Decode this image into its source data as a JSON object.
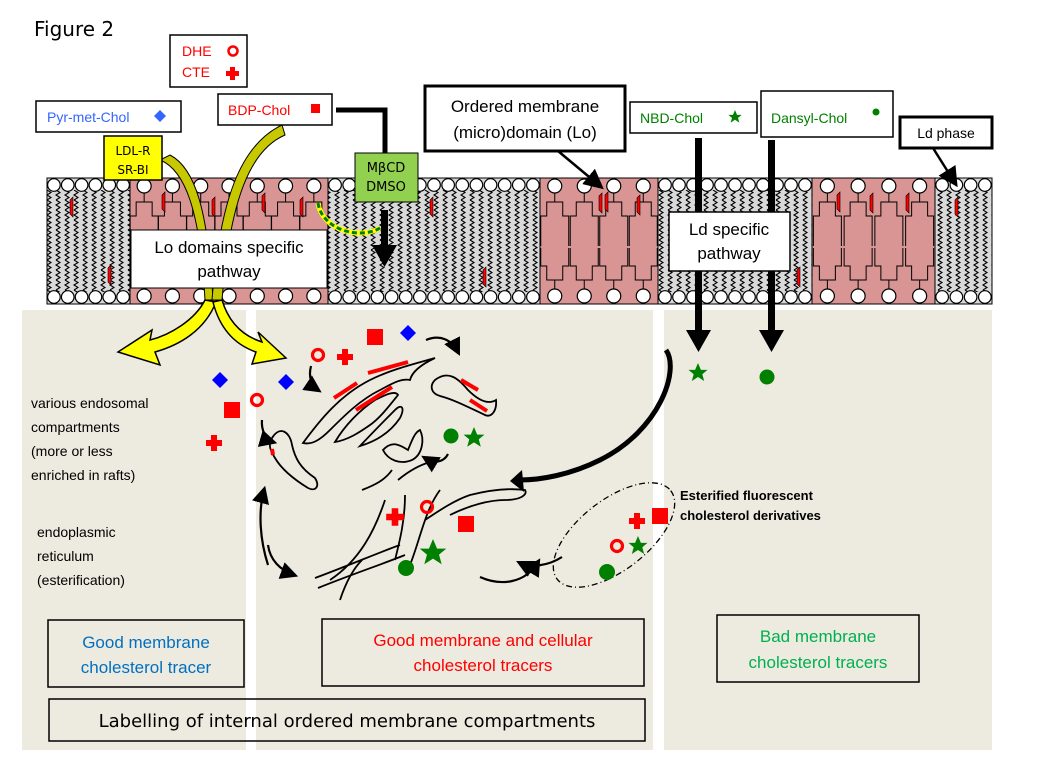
{
  "figure_title": "Figure 2",
  "probes": {
    "dhe": {
      "label": "DHE",
      "symbol": "open-circle",
      "color": "#ff0000"
    },
    "cte": {
      "label": "CTE",
      "symbol": "cross",
      "color": "#ff0000"
    },
    "bdp": {
      "label": "BDP-Chol",
      "symbol": "square",
      "color": "#ff0000"
    },
    "pyr": {
      "label": "Pyr-met-Chol",
      "symbol": "diamond",
      "color": "#0000ff"
    },
    "nbd": {
      "label": "NBD-Chol",
      "symbol": "star",
      "color": "#008000"
    },
    "dansyl": {
      "label": "Dansyl-Chol",
      "symbol": "filled-circle",
      "color": "#008000"
    }
  },
  "labels": {
    "receptors_line1": "LDL-R",
    "receptors_line2": "SR-BI",
    "extractor_line1": "MβCD",
    "extractor_line2": "DMSO",
    "ordered_line1": "Ordered membrane",
    "ordered_line2": "(micro)domain (Lo)",
    "ld_phase": "Ld phase",
    "lo_pathway_line1": "Lo domains specific",
    "lo_pathway_line2": "pathway",
    "ld_pathway_line1": "Ld specific",
    "ld_pathway_line2": "pathway",
    "endosomal_line1": "various endosomal",
    "endosomal_line2": "compartments",
    "endosomal_line3": "(more or less",
    "endosomal_line4": "enriched in rafts)",
    "er_line1": "endoplasmic",
    "er_line2": "reticulum",
    "er_line3": "(esterification)",
    "esterified_line1": "Esterified fluorescent",
    "esterified_line2": "cholesterol derivatives"
  },
  "categories": {
    "good_membrane_line1": "Good membrane",
    "good_membrane_line2": "cholesterol tracer",
    "good_cellular_line1": "Good membrane and cellular",
    "good_cellular_line2": "cholesterol tracers",
    "bad_line1": "Bad membrane",
    "bad_line2": "cholesterol tracers",
    "internal_labelling": "Labelling of internal ordered membrane compartments"
  },
  "colors": {
    "panel_bg": "#edeae0",
    "lo_domain": "#d99594",
    "ld_domain": "#d9d9d9",
    "receptor_box": "#ffff00",
    "extractor_box": "#92d050",
    "yellow_arrow": "#ffff00",
    "blue_text": "#0070c0",
    "red_text": "#ff0000",
    "green_text": "#00b050",
    "probe_green": "#008000"
  }
}
